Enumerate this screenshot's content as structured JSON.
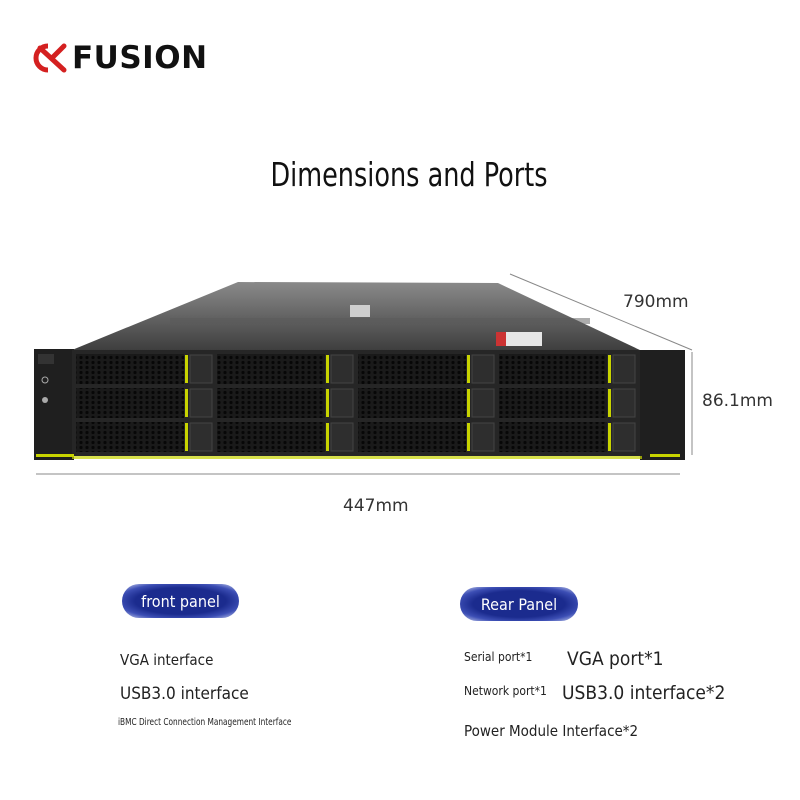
{
  "brand": {
    "name": "FUSION",
    "accent": "#d42020"
  },
  "title": "Dimensions and Ports",
  "dimensions": {
    "depth": "790mm",
    "height": "86.1mm",
    "width": "447mm"
  },
  "front_panel": {
    "label": "front panel",
    "items": [
      "VGA interface",
      "USB3.0 interface",
      "iBMC Direct Connection Management Interface"
    ]
  },
  "rear_panel": {
    "label": "Rear Panel",
    "serial_label": "Serial port*1",
    "vga": "VGA port*1",
    "network_label": "Network port*1",
    "usb": "USB3.0 interface*2",
    "power": "Power Module Interface*2"
  },
  "colors": {
    "pill": "#1b2b8e",
    "drive_accent": "#c8d400"
  }
}
